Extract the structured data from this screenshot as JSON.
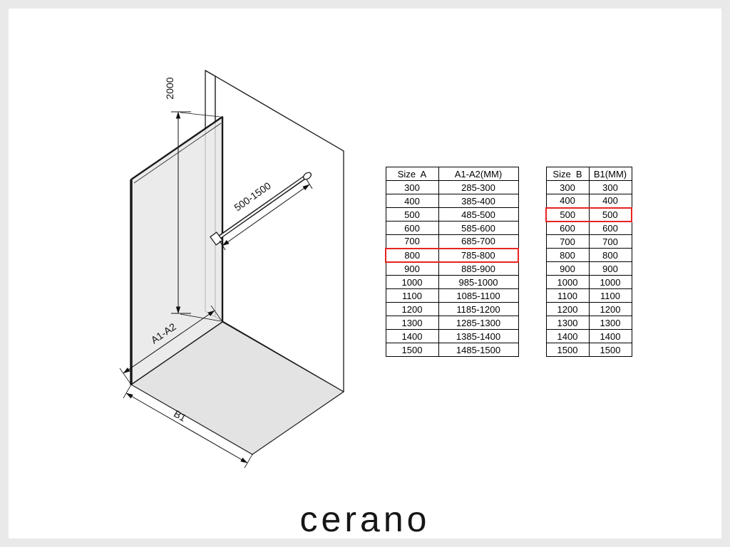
{
  "page": {
    "background": "#e9e9e9",
    "canvas": "#ffffff"
  },
  "highlight_color": "#e62420",
  "brand": {
    "logo_text": "cerano"
  },
  "diagram": {
    "dimensions": {
      "height": "2000",
      "bar_range": "500-1500",
      "width_label": "A1-A2",
      "depth_label": "B1"
    }
  },
  "tables": [
    {
      "id": "size-a",
      "headers": [
        "Size  A",
        "A1-A2(MM)"
      ],
      "rows": [
        [
          "300",
          "285-300"
        ],
        [
          "400",
          "385-400"
        ],
        [
          "500",
          "485-500"
        ],
        [
          "600",
          "585-600"
        ],
        [
          "700",
          "685-700"
        ],
        [
          "800",
          "785-800"
        ],
        [
          "900",
          "885-900"
        ],
        [
          "1000",
          "985-1000"
        ],
        [
          "1100",
          "1085-1100"
        ],
        [
          "1200",
          "1185-1200"
        ],
        [
          "1300",
          "1285-1300"
        ],
        [
          "1400",
          "1385-1400"
        ],
        [
          "1500",
          "1485-1500"
        ]
      ],
      "highlighted_row_index": 5
    },
    {
      "id": "size-b",
      "headers": [
        "Size  B",
        "B1(MM)"
      ],
      "rows": [
        [
          "300",
          "300"
        ],
        [
          "400",
          "400"
        ],
        [
          "500",
          "500"
        ],
        [
          "600",
          "600"
        ],
        [
          "700",
          "700"
        ],
        [
          "800",
          "800"
        ],
        [
          "900",
          "900"
        ],
        [
          "1000",
          "1000"
        ],
        [
          "1100",
          "1100"
        ],
        [
          "1200",
          "1200"
        ],
        [
          "1300",
          "1300"
        ],
        [
          "1400",
          "1400"
        ],
        [
          "1500",
          "1500"
        ]
      ],
      "highlighted_row_index": 2
    }
  ]
}
